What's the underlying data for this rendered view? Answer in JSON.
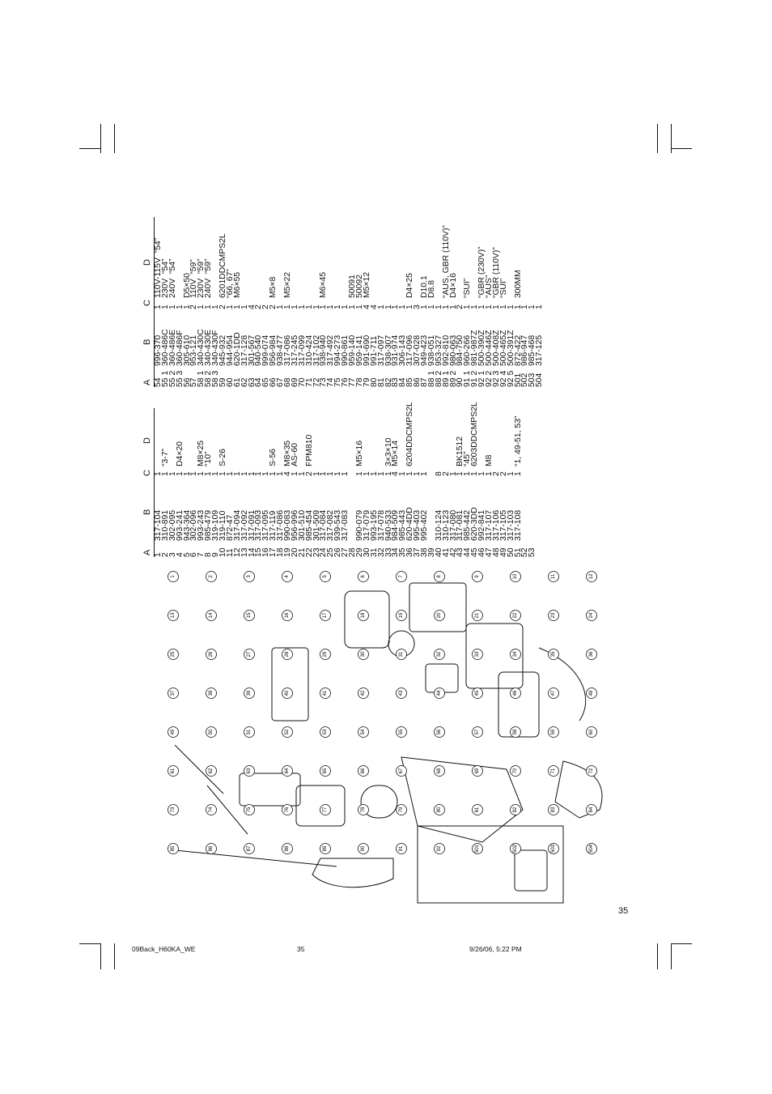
{
  "page_number": "35",
  "footer": {
    "file": "09Back_H60KA_WE",
    "page": "35",
    "date": "9/26/06, 5:22 PM"
  },
  "headers": {
    "a": "A",
    "b": "B",
    "c": "C",
    "d": "D"
  },
  "table1": {
    "col_a": [
      "1",
      "2",
      "3",
      "4",
      "5",
      "6",
      "7",
      "8",
      "9",
      "10",
      "11",
      "12",
      "13",
      "14",
      "15",
      "16",
      "17",
      "18",
      "19",
      "20",
      "21",
      "22",
      "23",
      "24",
      "25",
      "26",
      "27",
      "28",
      "29",
      "30",
      "31",
      "32",
      "33",
      "34",
      "35",
      "36",
      "37",
      "38",
      "39",
      "40",
      "41",
      "42",
      "43",
      "44",
      "45",
      "46",
      "47",
      "48",
      "49",
      "50",
      "51",
      "52",
      "53"
    ],
    "col_b": [
      "317-104",
      "310-891",
      "302-095",
      "993-241",
      "943-364",
      "302-096",
      "993-243",
      "985-479",
      "319-109",
      "319-110",
      "872-47",
      "317-094",
      "317-092",
      "317-091",
      "317-093",
      "317-095",
      "317-119",
      "317-086",
      "990-083",
      "956-996",
      "301-510",
      "985-454",
      "301-509",
      "317-084",
      "317-082",
      "939-543",
      "317-083",
      "",
      "990-079",
      "317-079",
      "993-195",
      "317-078",
      "940-533",
      "984-509",
      "985-443",
      "620-4DD",
      "995-403",
      "995-402",
      "",
      "310-124",
      "310-123",
      "317-080",
      "317-081",
      "985-442",
      "620-3DD",
      "992-841",
      "317-107",
      "317-106",
      "317-105",
      "317-103",
      "317-108"
    ],
    "col_c": [
      "1",
      "1",
      "1",
      "1",
      "1",
      "1",
      "1",
      "1",
      "1",
      "1",
      "1",
      "1",
      "1",
      "1",
      "1",
      "1",
      "1",
      "1",
      "4",
      "1",
      "1",
      "2",
      "1",
      "1",
      "1",
      "1",
      "1",
      "",
      "1",
      "1",
      "1",
      "1",
      "1",
      "4",
      "1",
      "1",
      "1",
      "1",
      "",
      "8",
      "2",
      "1",
      "1",
      "1",
      "1",
      "1",
      "1",
      "2",
      "2",
      "1",
      "1"
    ],
    "col_d": [
      "",
      "“3-7”",
      "",
      "D4×20",
      "",
      "",
      "M8×25",
      "“10”",
      "",
      "S-26",
      "",
      "",
      "",
      "",
      "",
      "",
      "S-56",
      "",
      "M8×35",
      "AS-60",
      "",
      "FPM810",
      "",
      "",
      "",
      "",
      "",
      "",
      "M5×16",
      "",
      "",
      "",
      "3×3×10",
      "M5×14",
      "",
      "6204DDCMPS2L",
      "",
      "",
      "",
      "",
      "",
      "",
      "BK1512",
      "“45”",
      "6203DDCMPS2L",
      "",
      "M8",
      "",
      "",
      "",
      "“1, 49-51, 53”"
    ]
  },
  "table2": {
    "col_a": [
      "54",
      "55 1",
      "55 2",
      "55 3",
      "56",
      "57",
      "58 1",
      "58 2",
      "58 3",
      "59",
      "60",
      "61",
      "62",
      "63",
      "64",
      "65",
      "66",
      "67",
      "68",
      "69",
      "70",
      "71",
      "72",
      "73",
      "74",
      "75",
      "76",
      "77",
      "78",
      "79",
      "80",
      "81",
      "82",
      "83",
      "84",
      "85",
      "86",
      "87",
      "88 1",
      "88 2",
      "89 1",
      "89 2",
      "90",
      "91 1",
      "91 2",
      "92 1",
      "92 2",
      "92 3",
      "92 4",
      "92 5",
      "501",
      "502",
      "503",
      "504"
    ],
    "col_b": [
      "996-370",
      "360-486C",
      "360-486E",
      "360-486F",
      "305-610",
      "953-121",
      "340-430C",
      "340-430E",
      "340-430F",
      "945-932",
      "944-954",
      "620-1DD",
      "317-128",
      "301-567",
      "940-540",
      "999-074",
      "956-984",
      "938-477",
      "317-086",
      "317-245",
      "317-099",
      "310-424",
      "317-102",
      "938-940",
      "317-492",
      "994-273",
      "990-861",
      "959-140",
      "959-141",
      "991-690",
      "991-711",
      "317-097",
      "938-307",
      "931-974",
      "306-143",
      "317-096",
      "307-028",
      "949-423",
      "938-051",
      "953-327",
      "992-810",
      "980-063",
      "984-750",
      "960-266",
      "981-987Z",
      "500-390Z",
      "500-446Z",
      "500-408Z",
      "500-465Z",
      "500-391Z",
      "872-422",
      "986-947",
      "985-468",
      "317-125"
    ],
    "col_c": [
      "1",
      "1",
      "1",
      "1",
      "1",
      "2",
      "1",
      "1",
      "1",
      "2",
      "1",
      "1",
      "1",
      "4",
      "2",
      "2",
      "2",
      "1",
      "1",
      "1",
      "1",
      "1",
      "1",
      "1",
      "1",
      "1",
      "1",
      "1",
      "1",
      "4",
      "4",
      "1",
      "1",
      "1",
      "1",
      "1",
      "3",
      "1",
      "1",
      "1",
      "1",
      "1",
      "2",
      "1",
      "1",
      "1",
      "1",
      "1",
      "1",
      "1",
      "1",
      "1",
      "1",
      "1"
    ],
    "col_d": [
      "110V-115V  “54”",
      "230V  “54”",
      "240V  “54”",
      "",
      "D5×50",
      "110V  “59”",
      "230V  “59”",
      "240V  “59”",
      "",
      "6201DDCMPS2L",
      "“66, 67”",
      "M6×55",
      "",
      "",
      "",
      "",
      "M5×8",
      "",
      "M5×22",
      "",
      "",
      "",
      "",
      "M6×45",
      "",
      "",
      "",
      "50091",
      "50092",
      "M5×12",
      "",
      "",
      "",
      "",
      "",
      "D4×25",
      "",
      "D10.1",
      "D8.8",
      "",
      "“AUS, GBR (110V)”",
      "D4×16",
      "",
      "“SUI”",
      "",
      "“GBR (230V)”",
      "“AUS”",
      "“GBR (110V)”",
      "“SUI”",
      "",
      "300MM",
      "",
      "",
      ""
    ]
  },
  "callouts": [
    "1",
    "2",
    "3",
    "4",
    "5",
    "6",
    "7",
    "8",
    "9",
    "10",
    "11",
    "12",
    "13",
    "14",
    "15",
    "16",
    "17",
    "18",
    "19",
    "20",
    "21",
    "22",
    "23",
    "24",
    "25",
    "26",
    "27",
    "28",
    "29",
    "30",
    "31",
    "32",
    "33",
    "34",
    "35",
    "36",
    "37",
    "38",
    "39",
    "40",
    "41",
    "42",
    "43",
    "44",
    "45",
    "46",
    "47",
    "48",
    "49",
    "50",
    "51",
    "52",
    "53",
    "54",
    "55",
    "56",
    "57",
    "58",
    "59",
    "60",
    "61",
    "62",
    "63",
    "64",
    "65",
    "66",
    "67",
    "68",
    "69",
    "70",
    "71",
    "72",
    "73",
    "74",
    "75",
    "76",
    "77",
    "78",
    "79",
    "80",
    "81",
    "82",
    "83",
    "84",
    "85",
    "86",
    "87",
    "88",
    "89",
    "90",
    "91",
    "92",
    "501",
    "502",
    "503",
    "504"
  ]
}
